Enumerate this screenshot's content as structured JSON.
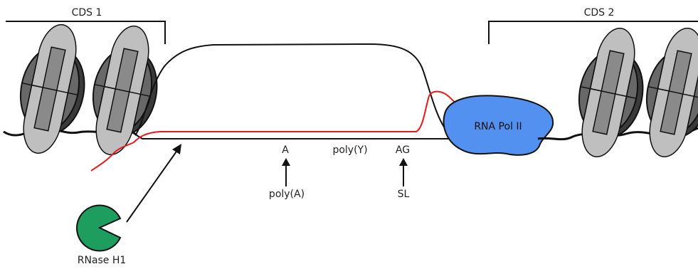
{
  "labels": {
    "cds1": "CDS 1",
    "cds2": "CDS 2",
    "rna_pol": "RNA Pol II",
    "site_a": "A",
    "poly_y": "poly(Y)",
    "site_ag": "AG",
    "poly_a": "poly(A)",
    "sl": "SL",
    "rnase": "RNase H1"
  },
  "colors": {
    "rna_strand": "#e8191b",
    "dna": "#111111",
    "rna_pol": "#5391f0",
    "rnase": "#1e9e5e",
    "nucleosome_dark": "#5a5a5a",
    "nucleosome_light": "#bdbdbd"
  }
}
